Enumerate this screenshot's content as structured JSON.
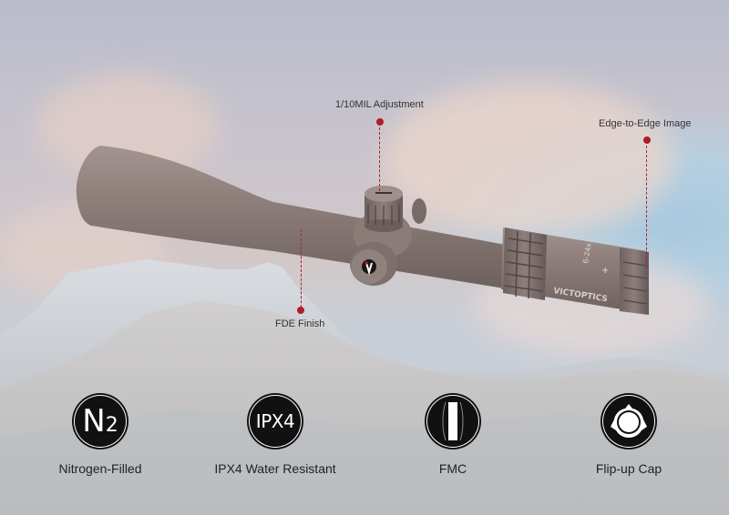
{
  "brand": "VICTOPTICS",
  "scope_marking": "6-24x",
  "colors": {
    "accent": "#b01c2a",
    "scope_body": "#8a7b78",
    "badge_bg": "#111111"
  },
  "callouts": [
    {
      "id": "adjustment",
      "label": "1/10MIL Adjustment"
    },
    {
      "id": "image",
      "label": "Edge-to-Edge Image"
    },
    {
      "id": "finish",
      "label": "FDE Finish"
    }
  ],
  "features": [
    {
      "icon": "nitrogen-icon",
      "badge_main": "N",
      "badge_sub": "2",
      "label": "Nitrogen-Filled"
    },
    {
      "icon": "ipx4-icon",
      "badge_main": "IPX4",
      "label": "IPX4 Water Resistant"
    },
    {
      "icon": "fmc-lens-icon",
      "label": "FMC"
    },
    {
      "icon": "flip-up-cap-icon",
      "label": "Flip-up Cap"
    }
  ]
}
